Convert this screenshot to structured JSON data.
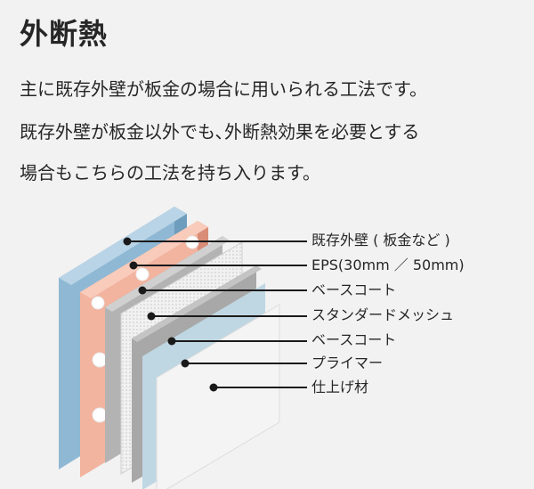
{
  "heading": "外断熱",
  "description": [
    "主に既存外壁が板金の場合に用いられる工法です。",
    "既存外壁が板金以外でも､外断熱効果を必要とする",
    "場合もこちらの工法を持ち入ります。"
  ],
  "layers": [
    "既存外壁 ( 板金など )",
    "EPS(30mm ／ 50mm)",
    "ベースコート",
    "スタンダードメッシュ",
    "ベースコート",
    "プライマー",
    "仕上げ材"
  ],
  "colors": {
    "existing_wall": "#8fb8d4",
    "eps": "#f2b39f",
    "base_coat": "#a8a8a8",
    "mesh": "#ededed",
    "primer": "#bfd7e3",
    "finish": "#f4f4f4"
  }
}
